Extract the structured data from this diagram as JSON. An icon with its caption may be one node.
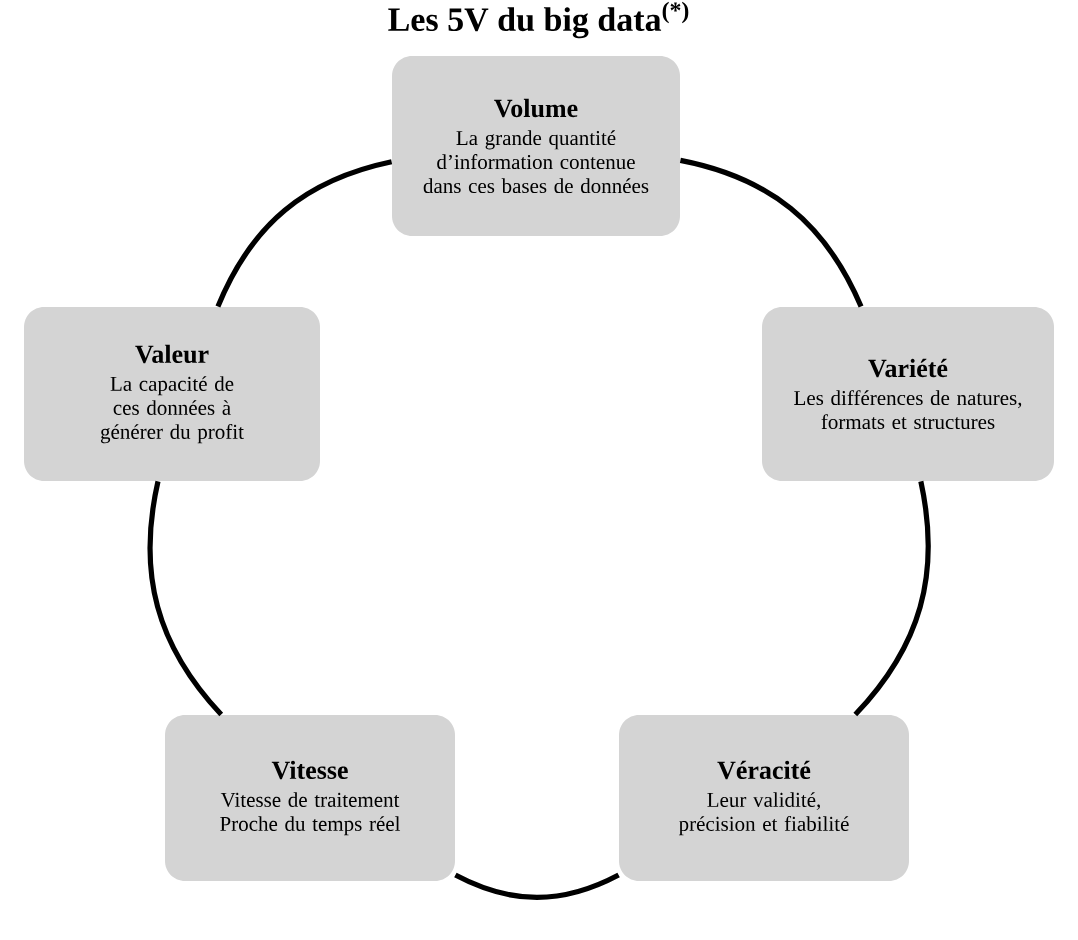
{
  "diagram": {
    "title": "Les 5V du big data$^{(*)}$",
    "nodes": [
      {
        "text": [
          "Volume",
          "La grande quantité d’information contenue dans ces bases de données"
        ]
      },
      {
        "text": [
          "Valeur",
          "La capacité de ces données à générer du profit"
        ]
      },
      {
        "text": [
          "Variété",
          "Les différences de natures, formats et structures"
        ]
      },
      {
        "text": [
          "Vitesse",
          "Vitesse de traitement Proche du temps réel"
        ]
      },
      {
        "text": [
          "Véracité",
          "Leur validité, précision et fiabilité"
        ]
      }
    ],
    "edges": [
      {
        "from": 0,
        "to": 2,
        "arrow": "none"
      },
      {
        "from": 2,
        "to": 4,
        "arrow": "none"
      },
      {
        "from": 4,
        "to": 3,
        "arrow": "none"
      },
      {
        "from": 3,
        "to": 1,
        "arrow": "none"
      },
      {
        "from": 1,
        "to": 0,
        "arrow": "none"
      }
    ]
  }
}
